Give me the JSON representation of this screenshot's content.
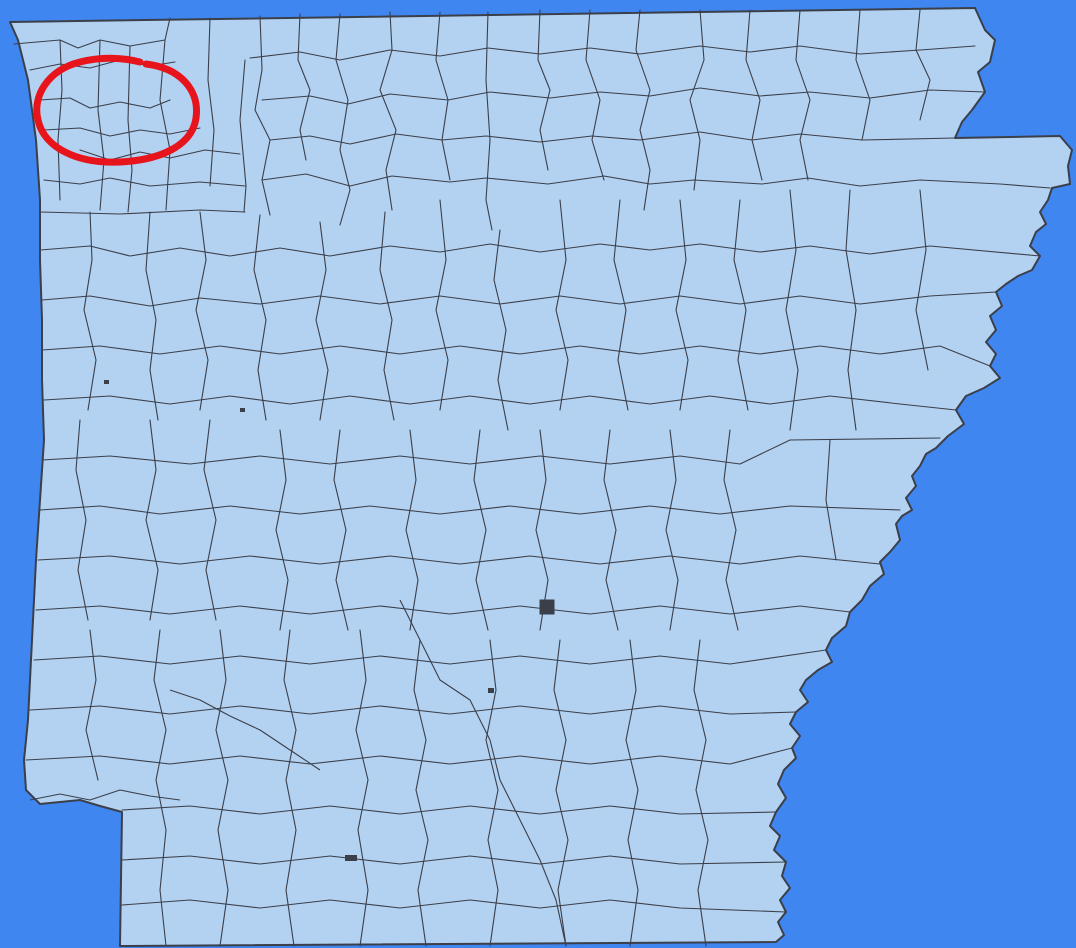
{
  "map": {
    "region": "state-outline-with-district-boundaries",
    "colors": {
      "background": "#3f86f0",
      "land_fill": "#b3d2f1",
      "boundary_stroke": "#3b3f4a",
      "highlight_circle": "#e8141b"
    },
    "annotation": {
      "shape": "hand-drawn-circle",
      "location": "northwest-corner"
    }
  }
}
